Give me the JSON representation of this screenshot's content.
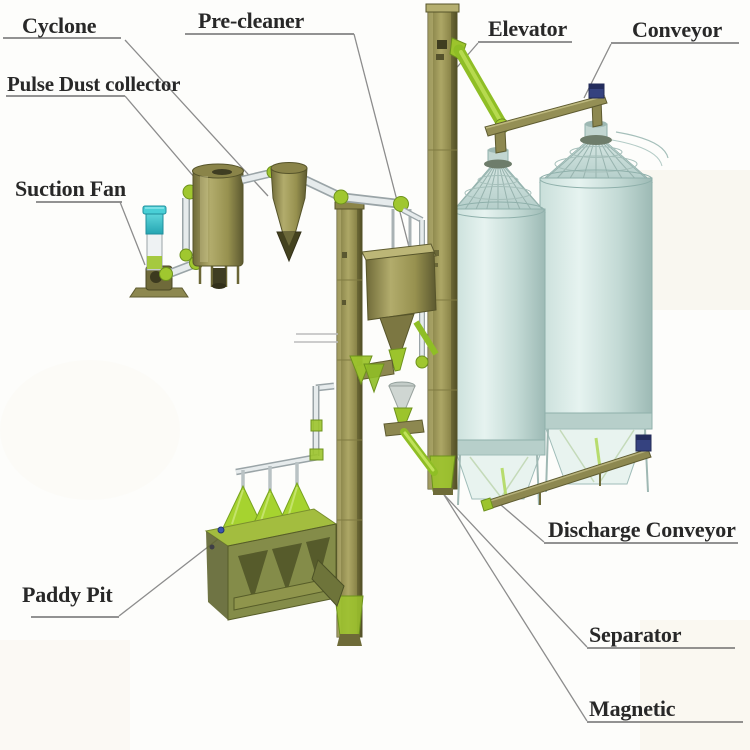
{
  "labels": {
    "cyclone": {
      "text": "Cyclone"
    },
    "pre_cleaner": {
      "text": "Pre-cleaner"
    },
    "elevator": {
      "text": "Elevator"
    },
    "conveyor": {
      "text": "Conveyor"
    },
    "pulse_dust_collector": {
      "text": "Pulse Dust collector"
    },
    "suction_fan": {
      "text": "Suction Fan"
    },
    "paddy_pit": {
      "text": "Paddy Pit"
    },
    "discharge_conveyor": {
      "text": "Discharge Conveyor"
    },
    "separator": {
      "text": "Separator"
    },
    "magnetic": {
      "text": "Magnetic"
    }
  },
  "colors": {
    "machine_olive": "#8d8850",
    "machine_olive_dark": "#56542a",
    "bright_green": "#9cc42c",
    "silo_teal": "#cfe5e0",
    "cyan_cap": "#49cfd6",
    "accent_blue": "#35427f",
    "leader_gray": "#8c8c8c",
    "label_text": "#282828",
    "background": "#fdfdfb"
  }
}
